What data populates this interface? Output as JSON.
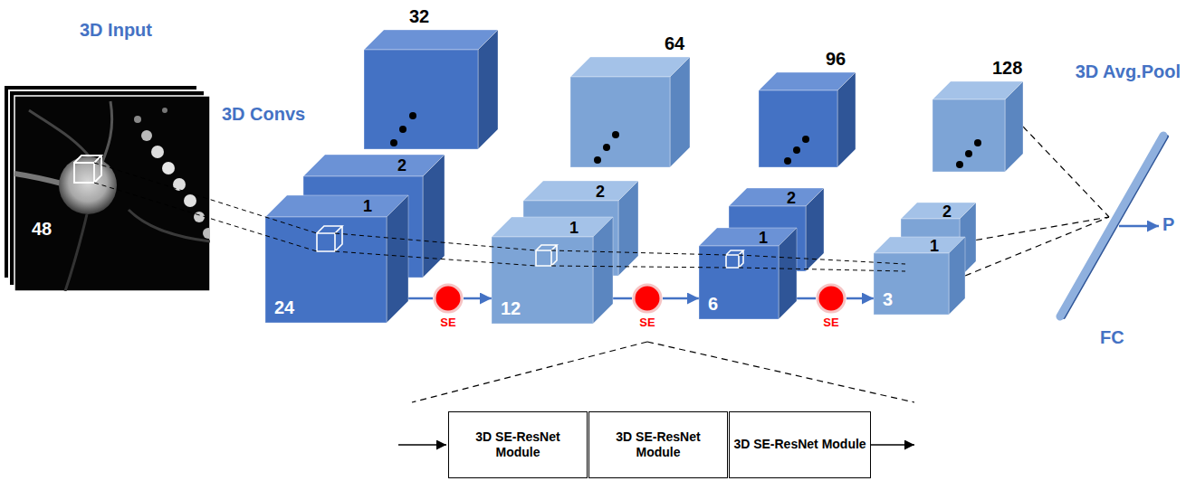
{
  "diagram": {
    "nodes": [
      {
        "text": [
          "3D Input",
          "48"
        ]
      },
      {
        "text": [
          "32"
        ]
      },
      {
        "text": [
          "2"
        ]
      },
      {
        "text": [
          "1",
          "24"
        ]
      },
      {
        "text": [
          "SE"
        ]
      },
      {
        "text": [
          "64"
        ]
      },
      {
        "text": [
          "2"
        ]
      },
      {
        "text": [
          "1",
          "12"
        ]
      },
      {
        "text": [
          "SE"
        ]
      },
      {
        "text": [
          "96"
        ]
      },
      {
        "text": [
          "2"
        ]
      },
      {
        "text": [
          "1",
          "6"
        ]
      },
      {
        "text": [
          "SE"
        ]
      },
      {
        "text": [
          "128"
        ]
      },
      {
        "text": [
          "2"
        ]
      },
      {
        "text": [
          "1",
          "3"
        ]
      },
      {
        "text": [
          "FC"
        ]
      },
      {
        "text": [
          "3D SE-ResNet Module"
        ]
      },
      {
        "text": [
          "3D SE-ResNet Module"
        ]
      },
      {
        "text": [
          "3D SE-ResNet Module"
        ]
      }
    ],
    "edges": [
      {
        "from": 3,
        "to": 4,
        "arrow": "none"
      },
      {
        "from": 4,
        "to": 7,
        "arrow": "to"
      },
      {
        "from": 7,
        "to": 8,
        "arrow": "none"
      },
      {
        "from": 8,
        "to": 11,
        "arrow": "to"
      },
      {
        "from": 11,
        "to": 12,
        "arrow": "none"
      },
      {
        "from": 12,
        "to": 15,
        "arrow": "to"
      },
      {
        "from": 13,
        "to": 16,
        "arrow": "none"
      },
      {
        "from": 14,
        "to": 16,
        "arrow": "none"
      },
      {
        "from": 15,
        "to": 16,
        "arrow": "none"
      }
    ],
    "labels": [
      "3D Convs",
      "3D Avg.Pool",
      "P"
    ]
  }
}
